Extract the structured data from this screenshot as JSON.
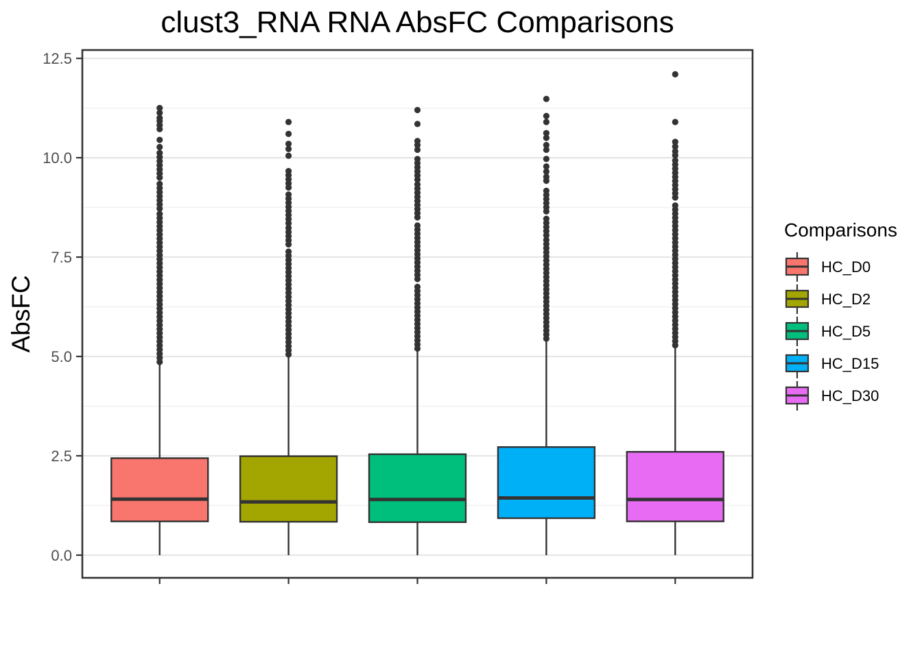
{
  "chart_data": {
    "type": "boxplot",
    "title": "clust3_RNA RNA AbsFC Comparisons",
    "ylabel": "AbsFC",
    "xlabel": "",
    "legend_title": "Comparisons",
    "legend_position": "right",
    "grid": true,
    "ylim": [
      -0.57,
      12.71
    ],
    "yticks": [
      0.0,
      2.5,
      5.0,
      7.5,
      10.0,
      12.5
    ],
    "ytick_labels": [
      "0.0",
      "2.5",
      "5.0",
      "7.5",
      "10.0",
      "12.5"
    ],
    "xtick_labels": [
      "",
      "",
      "",
      "",
      ""
    ],
    "categories": [
      "HC_D0",
      "HC_D2",
      "HC_D5",
      "HC_D15",
      "HC_D30"
    ],
    "series": [
      {
        "name": "HC_D0",
        "color": "#F8766D",
        "q1": 0.85,
        "median": 1.41,
        "q3": 2.44,
        "whisker_low": 0.0,
        "whisker_high": 4.86,
        "outlier_dense_ranges": [
          [
            4.86,
            8.6
          ],
          [
            8.72,
            9.35
          ],
          [
            9.5,
            10.15
          ]
        ],
        "outlier_points": [
          10.27,
          10.45,
          10.72,
          10.82,
          10.92,
          11.0,
          11.13,
          11.25
        ]
      },
      {
        "name": "HC_D2",
        "color": "#A3A500",
        "q1": 0.84,
        "median": 1.34,
        "q3": 2.49,
        "whisker_low": 0.0,
        "whisker_high": 5.05,
        "outlier_dense_ranges": [
          [
            5.05,
            7.7
          ],
          [
            7.82,
            8.25
          ],
          [
            8.35,
            9.15
          ],
          [
            9.25,
            9.7
          ]
        ],
        "outlier_points": [
          10.05,
          10.22,
          10.35,
          10.6,
          10.9
        ]
      },
      {
        "name": "HC_D5",
        "color": "#00BF7D",
        "q1": 0.83,
        "median": 1.4,
        "q3": 2.54,
        "whisker_low": 0.0,
        "whisker_high": 5.2,
        "outlier_dense_ranges": [
          [
            5.2,
            6.85
          ],
          [
            6.95,
            8.35
          ],
          [
            8.5,
            9.35
          ],
          [
            9.45,
            10.02
          ]
        ],
        "outlier_points": [
          10.2,
          10.32,
          10.42,
          10.85,
          11.2
        ]
      },
      {
        "name": "HC_D15",
        "color": "#00B0F6",
        "q1": 0.93,
        "median": 1.44,
        "q3": 2.72,
        "whisker_low": 0.0,
        "whisker_high": 5.45,
        "outlier_dense_ranges": [
          [
            5.45,
            7.95
          ],
          [
            8.05,
            8.55
          ],
          [
            8.65,
            9.25
          ]
        ],
        "outlier_points": [
          9.42,
          9.52,
          9.65,
          9.78,
          9.97,
          10.2,
          10.32,
          10.5,
          10.62,
          10.9,
          11.05,
          11.48
        ]
      },
      {
        "name": "HC_D30",
        "color": "#E76BF3",
        "q1": 0.85,
        "median": 1.4,
        "q3": 2.6,
        "whisker_low": 0.0,
        "whisker_high": 5.28,
        "outlier_dense_ranges": [
          [
            5.28,
            8.9
          ],
          [
            9.0,
            9.98
          ]
        ],
        "outlier_points": [
          10.06,
          10.16,
          10.28,
          10.4,
          10.9,
          12.1
        ]
      }
    ],
    "colors": {
      "outline": "#333333",
      "grid_major": "#E5E5E5",
      "grid_minor": "#F1F1F1",
      "axis_text": "#4D4D4D",
      "panel_border": "#333333",
      "background": "#FFFFFF"
    }
  }
}
